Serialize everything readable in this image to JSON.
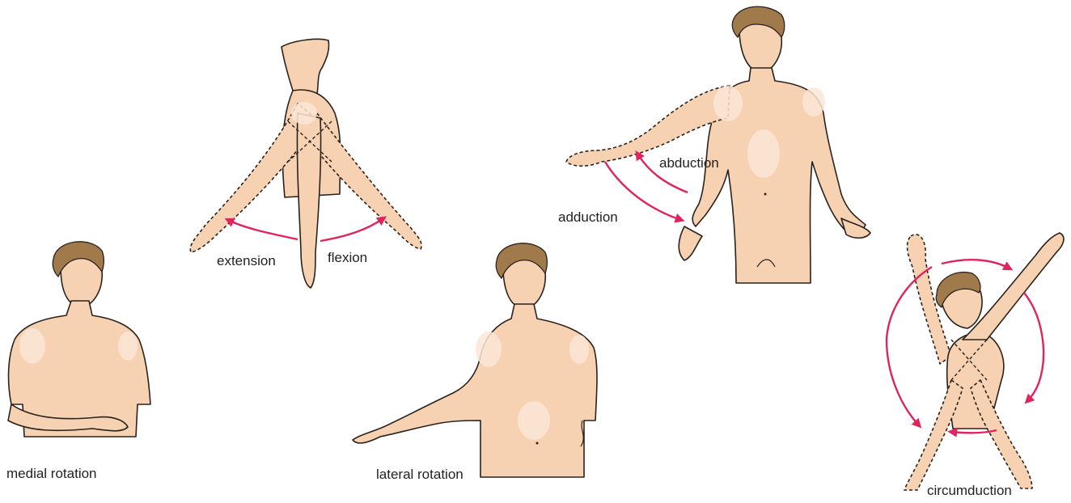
{
  "labels": {
    "extension": "extension",
    "flexion": "flexion",
    "abduction": "abduction",
    "adduction": "adduction",
    "medial_rotation": "medial rotation",
    "lateral_rotation": "lateral rotation",
    "circumduction": "circumduction"
  },
  "colors": {
    "skin": "#f6d2b2",
    "hair": "#a07a4a",
    "outline": "#2a221d",
    "arrow": "#e0245e",
    "text": "#231f20"
  }
}
